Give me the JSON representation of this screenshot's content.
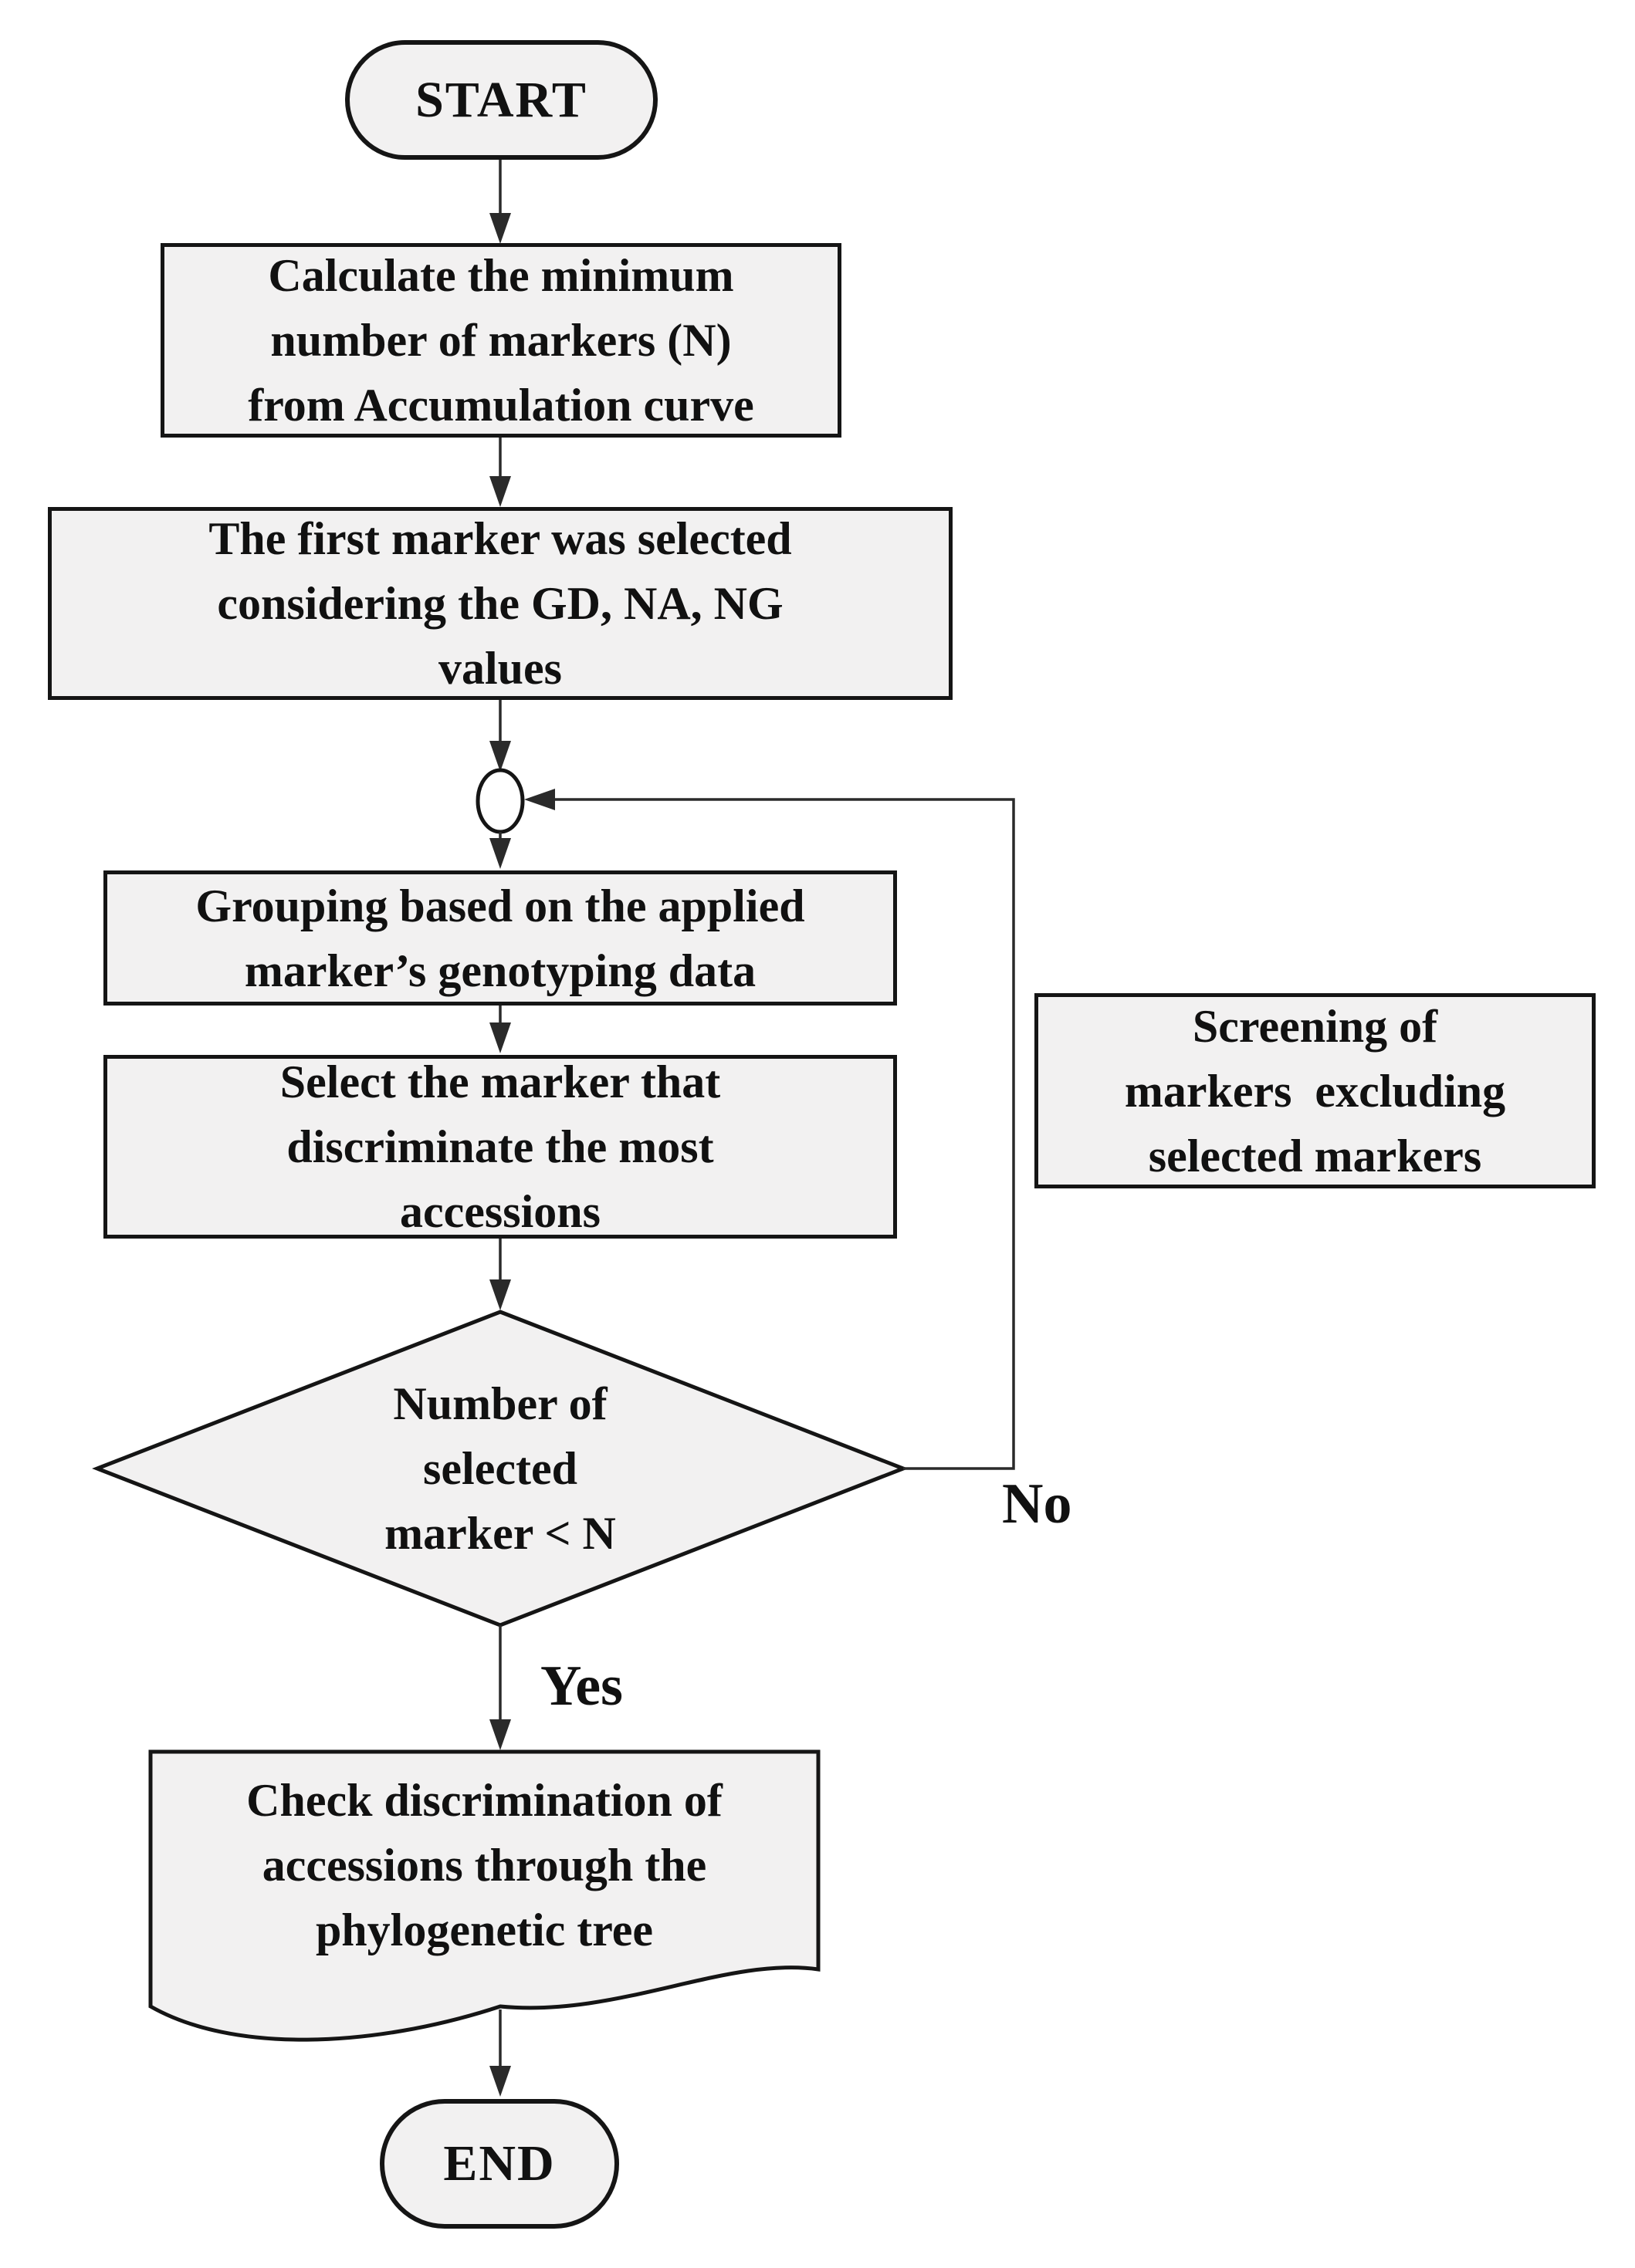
{
  "diagram": {
    "colors": {
      "node_fill": "#f2f1f1",
      "junction_fill": "#ffffff",
      "border": "#151515",
      "line": "#2a2a2a",
      "text": "#111111",
      "background": "#ffffff"
    },
    "nodes": {
      "start": {
        "shape": "terminator",
        "label": "START"
      },
      "calc_markers": {
        "shape": "process",
        "label": "Calculate the minimum\nnumber of markers (N)\nfrom Accumulation curve"
      },
      "first_marker": {
        "shape": "process",
        "label": "The first marker was selected\nconsidering the GD, NA, NG\nvalues"
      },
      "junction": {
        "shape": "connector-circle",
        "label": ""
      },
      "grouping": {
        "shape": "process",
        "label": "Grouping based on the applied\nmarker’s genotyping data"
      },
      "select_marker": {
        "shape": "process",
        "label": "Select the marker that\ndiscriminate the most\naccessions"
      },
      "screening": {
        "shape": "process",
        "label": "Screening of\nmarkers  excluding\nselected markers"
      },
      "decision": {
        "shape": "decision",
        "label": "Number of\nselected\nmarker < N"
      },
      "check_tree": {
        "shape": "document",
        "label": "Check discrimination of\naccessions through the\nphylogenetic tree"
      },
      "end": {
        "shape": "terminator",
        "label": "END"
      }
    },
    "edge_labels": {
      "yes": "Yes",
      "no": "No"
    }
  }
}
